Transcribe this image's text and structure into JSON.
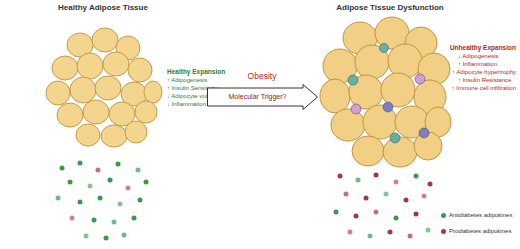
{
  "diagram": {
    "nodes": [
      {
        "text": [
          "Molecular Trigger?"
        ]
      }
    ],
    "labels": [
      "Healthy Adipose Tissue",
      "Adipose Tissue Dysfunction",
      "Healthy Expansion",
      "↑ Adipogenesis",
      "↑ Insulin Sensitivity",
      "↓ Adipocyte volume",
      "↓ Inflammation",
      "Obesity",
      "Unhealthy Expansion",
      "↓ Adipogenesis",
      "↑ Inflammation",
      "↑ Adipocyte hypertrophy",
      "↑ Insulin Resistance",
      "↑ Immune cell infiltration"
    ],
    "legend": [
      {
        "text": "Antidiabetes adipokines",
        "color": "#3a9a4a"
      },
      {
        "text": "Prodiabetes adipokines",
        "color": "#a8344a"
      }
    ]
  }
}
